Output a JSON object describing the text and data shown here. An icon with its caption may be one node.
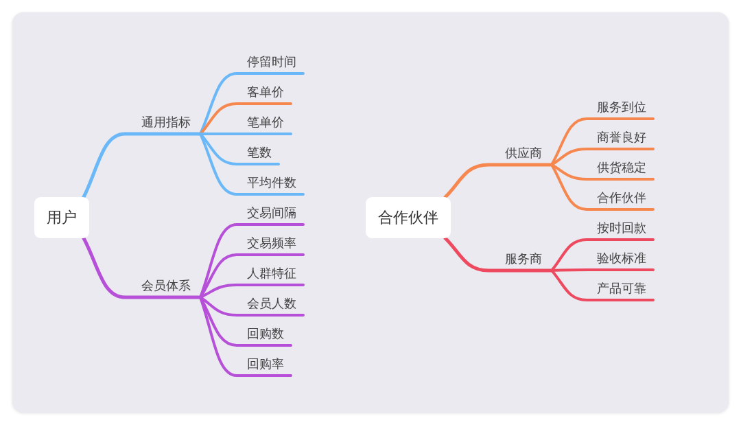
{
  "diagram": {
    "nodes": [
      {
        "text": [
          "用户"
        ]
      },
      {
        "text": [
          "通用指标"
        ]
      },
      {
        "text": [
          "停留时间"
        ]
      },
      {
        "text": [
          "客单价"
        ]
      },
      {
        "text": [
          "笔单价"
        ]
      },
      {
        "text": [
          "笔数"
        ]
      },
      {
        "text": [
          "平均件数"
        ]
      },
      {
        "text": [
          "会员体系"
        ]
      },
      {
        "text": [
          "交易间隔"
        ]
      },
      {
        "text": [
          "交易频率"
        ]
      },
      {
        "text": [
          "人群特征"
        ]
      },
      {
        "text": [
          "会员人数"
        ]
      },
      {
        "text": [
          "回购数"
        ]
      },
      {
        "text": [
          "回购率"
        ]
      },
      {
        "text": [
          "合作伙伴"
        ]
      },
      {
        "text": [
          "供应商"
        ]
      },
      {
        "text": [
          "服务到位"
        ]
      },
      {
        "text": [
          "商誉良好"
        ]
      },
      {
        "text": [
          "供货稳定"
        ]
      },
      {
        "text": [
          "合作伙伴"
        ]
      },
      {
        "text": [
          "服务商"
        ]
      },
      {
        "text": [
          "按时回款"
        ]
      },
      {
        "text": [
          "验收标准"
        ]
      },
      {
        "text": [
          "产品可靠"
        ]
      }
    ],
    "edges": [
      {
        "from": 0,
        "to": 1,
        "arrow": "none",
        "color": "#6ab8f7"
      },
      {
        "from": 1,
        "to": 2,
        "arrow": "none",
        "color": "#6ab8f7"
      },
      {
        "from": 1,
        "to": 3,
        "arrow": "none",
        "color": "#f5874f"
      },
      {
        "from": 1,
        "to": 4,
        "arrow": "none",
        "color": "#6ab8f7"
      },
      {
        "from": 1,
        "to": 5,
        "arrow": "none",
        "color": "#6ab8f7"
      },
      {
        "from": 1,
        "to": 6,
        "arrow": "none",
        "color": "#6ab8f7"
      },
      {
        "from": 0,
        "to": 7,
        "arrow": "none",
        "color": "#b650d8"
      },
      {
        "from": 7,
        "to": 8,
        "arrow": "none",
        "color": "#b650d8"
      },
      {
        "from": 7,
        "to": 9,
        "arrow": "none",
        "color": "#b650d8"
      },
      {
        "from": 7,
        "to": 10,
        "arrow": "none",
        "color": "#b650d8"
      },
      {
        "from": 7,
        "to": 11,
        "arrow": "none",
        "color": "#b650d8"
      },
      {
        "from": 7,
        "to": 12,
        "arrow": "none",
        "color": "#b650d8"
      },
      {
        "from": 7,
        "to": 13,
        "arrow": "none",
        "color": "#b650d8"
      },
      {
        "from": 14,
        "to": 15,
        "arrow": "none",
        "color": "#f5874f"
      },
      {
        "from": 15,
        "to": 16,
        "arrow": "none",
        "color": "#f5874f"
      },
      {
        "from": 15,
        "to": 17,
        "arrow": "none",
        "color": "#f5874f"
      },
      {
        "from": 15,
        "to": 18,
        "arrow": "none",
        "color": "#f5874f"
      },
      {
        "from": 15,
        "to": 19,
        "arrow": "none",
        "color": "#f5874f"
      },
      {
        "from": 14,
        "to": 20,
        "arrow": "none",
        "color": "#ee4a5f"
      },
      {
        "from": 20,
        "to": 21,
        "arrow": "none",
        "color": "#ee4a5f"
      },
      {
        "from": 20,
        "to": 22,
        "arrow": "none",
        "color": "#ee4a5f"
      },
      {
        "from": 20,
        "to": 23,
        "arrow": "none",
        "color": "#ee4a5f"
      }
    ]
  }
}
